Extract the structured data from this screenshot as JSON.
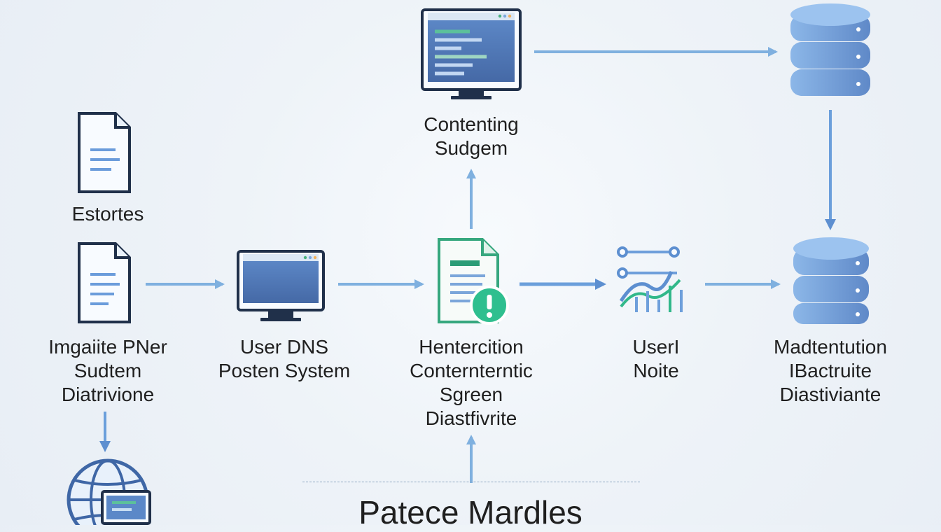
{
  "nodes": [
    {
      "id": "estortes",
      "icon": "document-icon",
      "lines": [
        "Estortes"
      ]
    },
    {
      "id": "imgaiite",
      "icon": "document-icon",
      "lines": [
        "Imgaiite PNer",
        "Sudtem",
        "Diatrivione"
      ]
    },
    {
      "id": "user-dns",
      "icon": "monitor-icon",
      "lines": [
        "User DNS",
        "Posten System"
      ]
    },
    {
      "id": "contenting",
      "icon": "monitor-code-icon",
      "lines": [
        "Contenting",
        "Sudgem"
      ]
    },
    {
      "id": "hentercition",
      "icon": "document-alert-icon",
      "lines": [
        "Hentercition",
        "Conternterntic",
        "Sgreen",
        "Diastfivrite"
      ]
    },
    {
      "id": "useri",
      "icon": "analytics-icon",
      "lines": [
        "UserI",
        "Noite"
      ]
    },
    {
      "id": "madtentution",
      "icon": "database-icon",
      "lines": [
        "Madtentution",
        "IBactruite",
        "Diastiviante"
      ]
    },
    {
      "id": "top-db",
      "icon": "database-icon",
      "lines": []
    },
    {
      "id": "globe",
      "icon": "globe-monitor-icon",
      "lines": []
    }
  ],
  "footer": {
    "title": "Patece Mardles"
  },
  "colors": {
    "arrow": "#7fb0df",
    "arrow_dark": "#4d7fc7",
    "doc_stroke": "#20304a",
    "doc_accent": "#5f92cf",
    "monitor_screen": "#4e77b7",
    "green": "#3bb58d",
    "db_light": "#7ba7de",
    "db_dark": "#4e75b8"
  }
}
